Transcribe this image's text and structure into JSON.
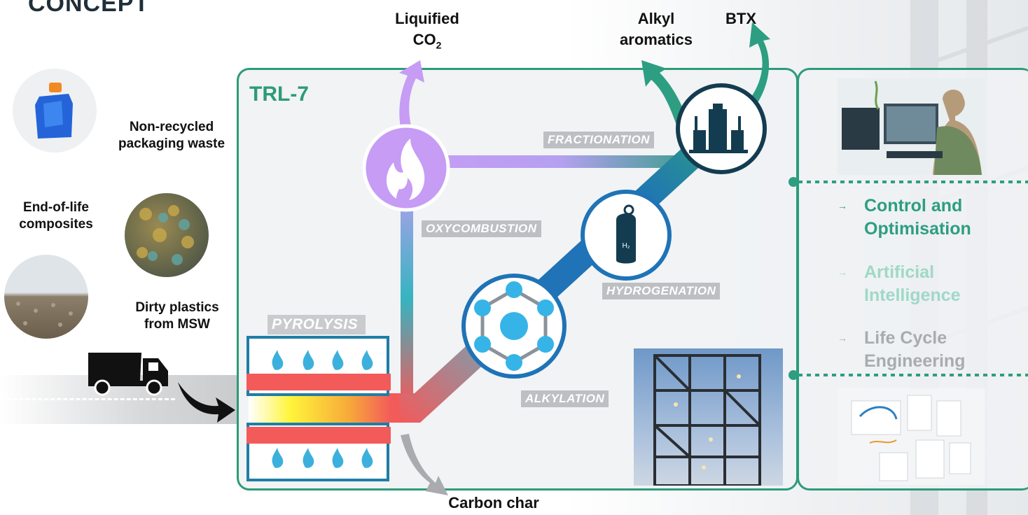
{
  "title": "CONCEPT",
  "trl": "TRL-7",
  "inputs": {
    "packaging": "Non-recycled\npackaging waste",
    "composites": "End-of-life\ncomposites",
    "msw": "Dirty plastics\nfrom MSW"
  },
  "outputs": {
    "co2_prefix": "Liquified",
    "co2_main": "CO",
    "co2_sub": "2",
    "alkyl": "Alkyl\naromatics",
    "btx": "BTX",
    "char": "Carbon char"
  },
  "steps": {
    "pyrolysis": "PYROLYSIS",
    "oxycombustion": "OXYCOMBUSTION",
    "fractionation": "FRACTIONATION",
    "hydrogenation": "HYDROGENATION",
    "alkylation": "ALKYLATION"
  },
  "h2_label": "H₂",
  "side_menu": {
    "item1": "Control and\nOptimisation",
    "item2": "Artificial\nIntelligence",
    "item3": "Life Cycle\nEngineering",
    "arrow": "→"
  },
  "colors": {
    "green": "#2c9b78",
    "purple": "#c69cf5",
    "teal": "#36b4c0",
    "red": "#f35a5a",
    "blue": "#1f73b6",
    "dark": "#143c50"
  }
}
